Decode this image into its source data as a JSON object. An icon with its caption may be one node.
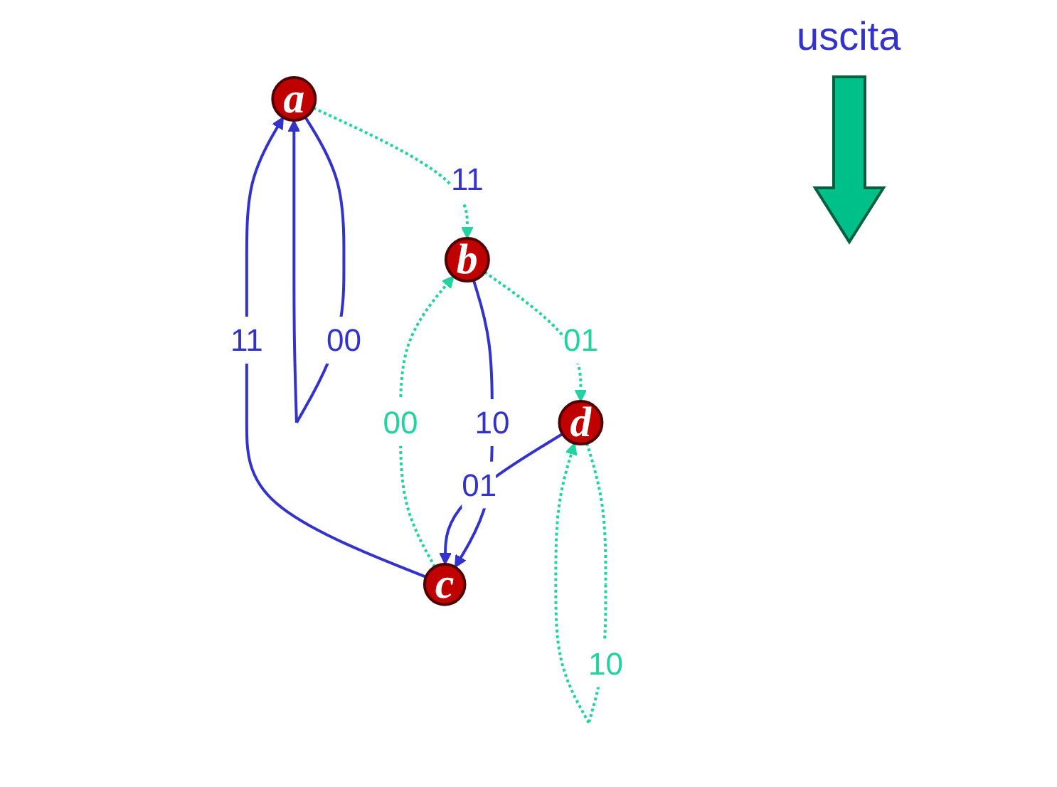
{
  "diagram": {
    "nodes": [
      {
        "text": [
          "a"
        ]
      },
      {
        "text": [
          "b"
        ]
      },
      {
        "text": [
          "c"
        ]
      },
      {
        "text": [
          "d"
        ]
      }
    ],
    "edges": [
      {
        "from": 0,
        "to": 0,
        "arrow": "to",
        "label": "00"
      },
      {
        "from": 0,
        "to": 1,
        "arrow": "to",
        "label": "11",
        "style": "dashed",
        "color": "#22d3a0"
      },
      {
        "from": 2,
        "to": 1,
        "arrow": "to",
        "label": "00",
        "style": "dashed",
        "color": "#22d3a0"
      },
      {
        "from": 1,
        "to": 2,
        "arrow": "to",
        "label": "10"
      },
      {
        "from": 1,
        "to": 3,
        "arrow": "to",
        "label": "01",
        "style": "dashed",
        "color": "#22d3a0"
      },
      {
        "from": 3,
        "to": 3,
        "arrow": "to",
        "label": "10",
        "style": "dashed",
        "color": "#22d3a0"
      },
      {
        "from": 3,
        "to": 2,
        "arrow": "to",
        "label": "01"
      },
      {
        "from": 2,
        "to": 0,
        "arrow": "to",
        "label": "11"
      }
    ],
    "labels": [
      "uscita"
    ]
  }
}
